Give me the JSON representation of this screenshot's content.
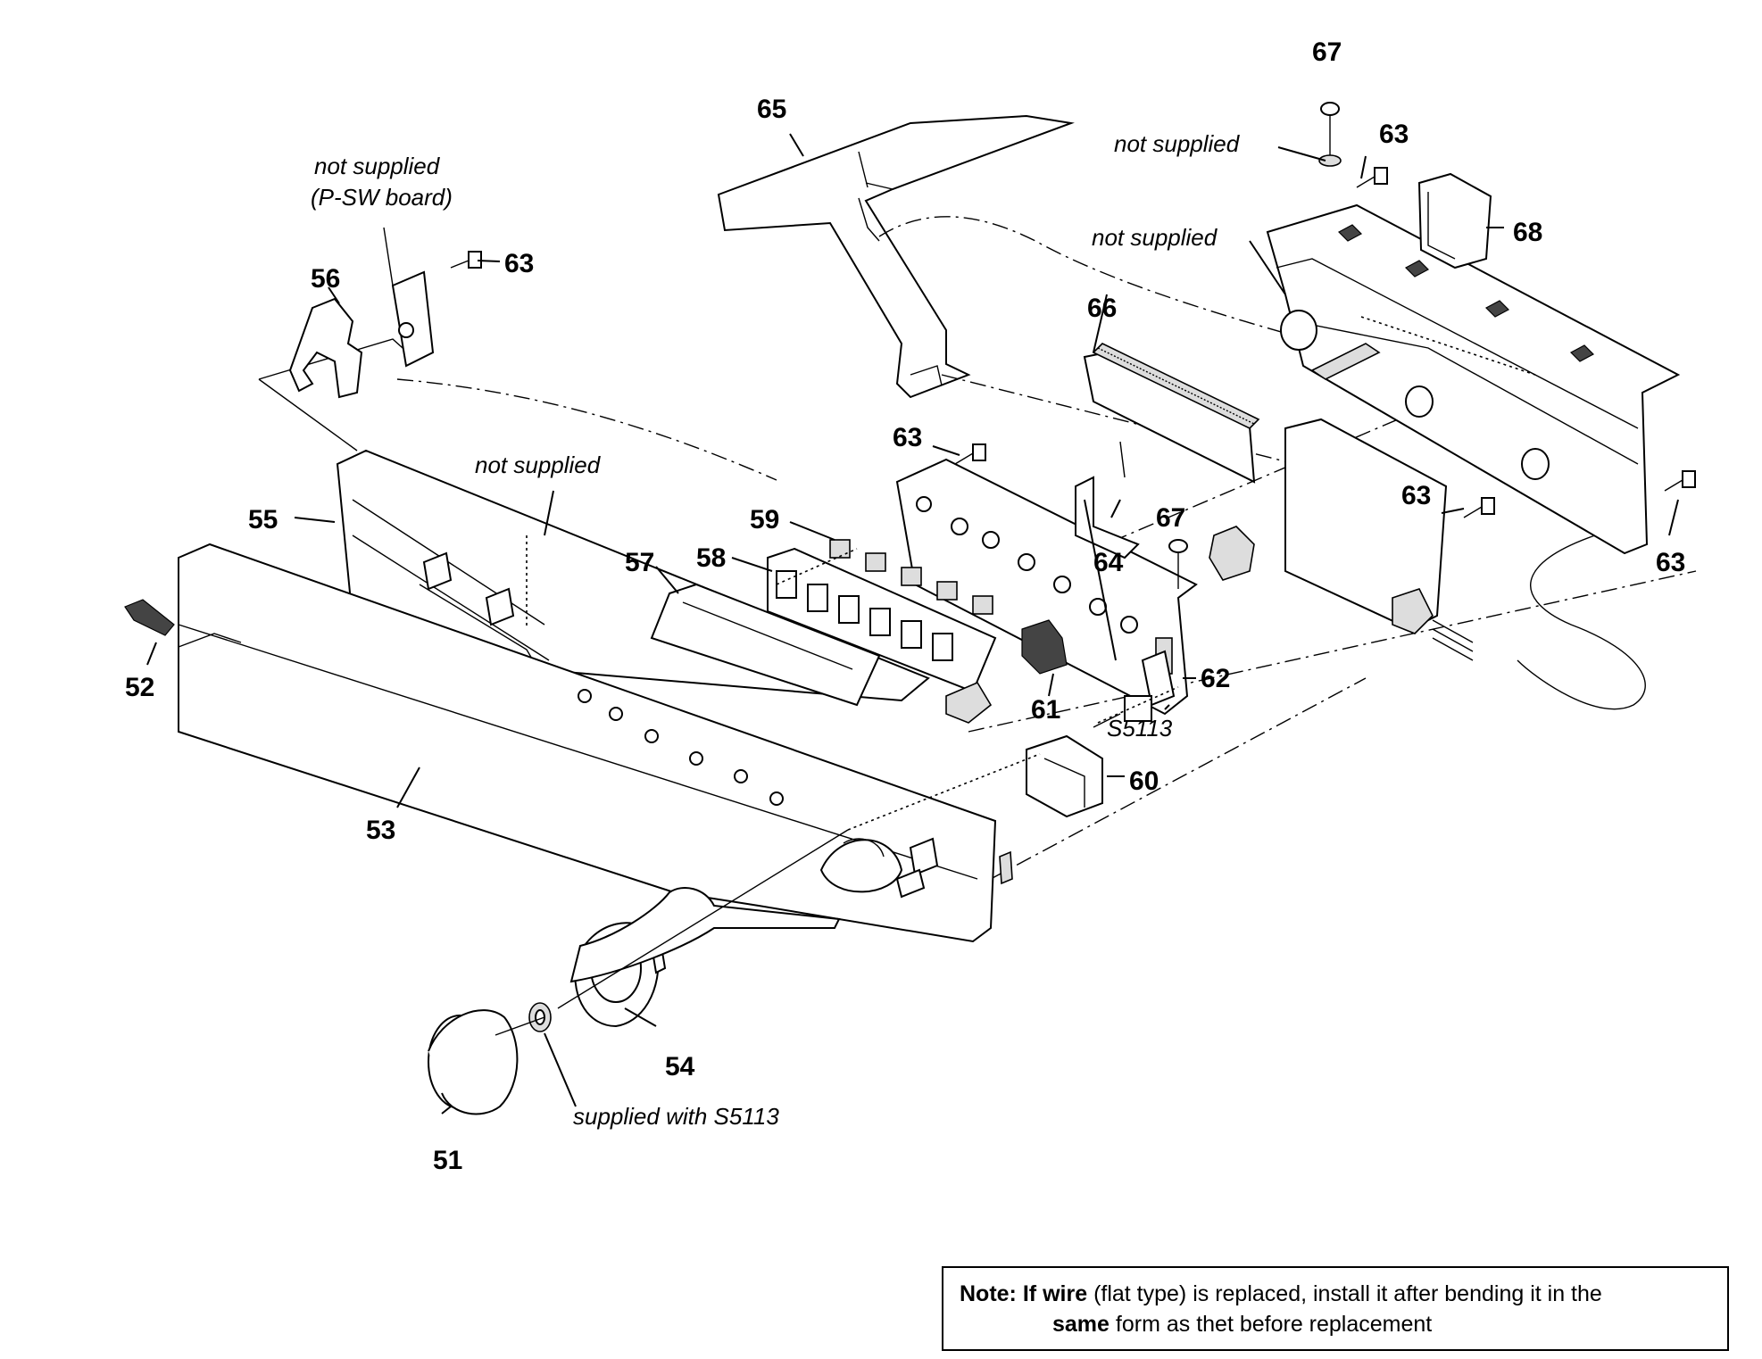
{
  "parts": {
    "p51": "51",
    "p52": "52",
    "p53": "53",
    "p54": "54",
    "p55": "55",
    "p56": "56",
    "p57": "57",
    "p58": "58",
    "p59": "59",
    "p60": "60",
    "p61": "61",
    "p62": "62",
    "p63": "63",
    "p64": "64",
    "p65": "65",
    "p66": "66",
    "p67": "67",
    "p68": "68"
  },
  "labels": {
    "not_supplied": "not supplied",
    "psw_board": "(P-SW board)",
    "s5113": "S5113",
    "supplied_with": "supplied with S5113"
  },
  "note": {
    "prefix": "Note:",
    "if": "If",
    "wire": "wire",
    "line1_rest": "(flat type) is replaced, install it after bending it in the",
    "same": "same",
    "line2_rest": "form as thet before replacement"
  }
}
